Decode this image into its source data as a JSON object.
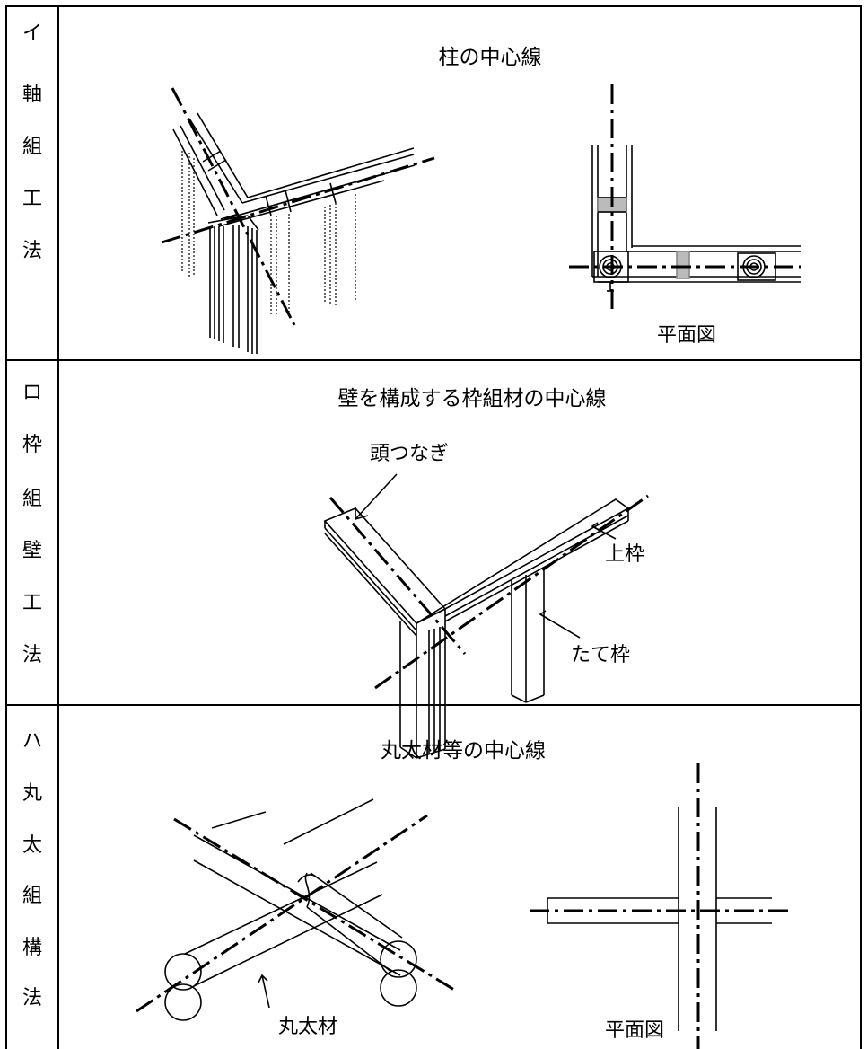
{
  "rows": [
    {
      "side_chars": [
        "イ",
        "軸",
        "組",
        "工",
        "法"
      ],
      "caption": "柱の中心線",
      "labels": {
        "plan": "平面図"
      }
    },
    {
      "side_chars": [
        "ロ",
        "枠",
        "組",
        "壁",
        "工",
        "法"
      ],
      "caption": "壁を構成する枠組材の中心線",
      "labels": {
        "head_tie": "頭つなぎ",
        "top_plate": "上枠",
        "stud": "たて枠"
      }
    },
    {
      "side_chars": [
        "ハ",
        "丸",
        "太",
        "組",
        "構",
        "法"
      ],
      "caption": "丸太材等の中心線",
      "labels": {
        "log": "丸太材",
        "plan": "平面図"
      }
    }
  ]
}
